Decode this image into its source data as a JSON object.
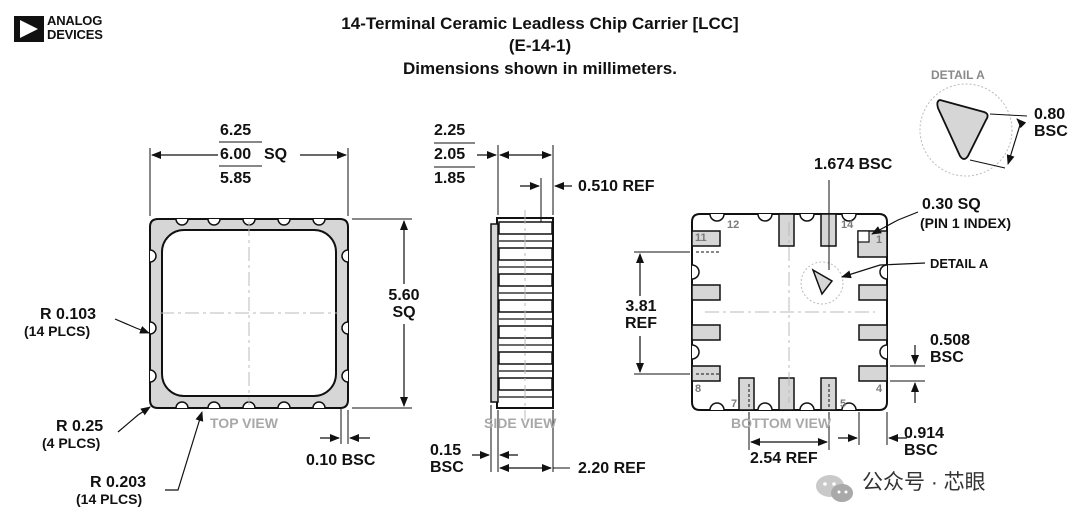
{
  "brand": {
    "logo_line1": "ANALOG",
    "logo_line2": "DEVICES"
  },
  "header": {
    "title": "14-Terminal Ceramic Leadless Chip Carrier [LCC]",
    "code": "(E-14-1)",
    "note": "Dimensions shown in millimeters."
  },
  "views": {
    "top": "TOP VIEW",
    "side": "SIDE VIEW",
    "bottom": "BOTTOM VIEW"
  },
  "top_view_dims": {
    "width_max": "6.25",
    "width_nom": "6.00",
    "width_sq": "SQ",
    "width_min": "5.85",
    "height_value": "5.60",
    "height_sq": "SQ",
    "r1_value": "R 0.103",
    "r1_count": "(14 PLCS)",
    "r2_value": "R 0.25",
    "r2_count": "(4 PLCS)",
    "r3_value": "R 0.203",
    "r3_count": "(14 PLCS)",
    "offset": "0.10 BSC"
  },
  "side_view_dims": {
    "height_max": "2.25",
    "height_nom": "2.05",
    "height_min": "1.85",
    "ref_top": "0.510 REF",
    "bsc_value": "0.15",
    "bsc_label": "BSC",
    "ref_bottom": "2.20 REF"
  },
  "bottom_view_dims": {
    "top_bsc": "1.674 BSC",
    "pin1_size": "0.30 SQ",
    "pin1_note": "(PIN 1 INDEX)",
    "detail_ref": "DETAIL A",
    "ref_value": "3.81",
    "ref_label": "REF",
    "pitch_value": "0.508",
    "pitch_label": "BSC",
    "pad_value": "0.914",
    "pad_label": "BSC",
    "bottom_ref": "2.54 REF",
    "pin_numbers": [
      "12",
      "14",
      "1",
      "11",
      "8",
      "7",
      "5",
      "4"
    ]
  },
  "detail": {
    "title": "DETAIL A",
    "value": "0.80",
    "label": "BSC"
  },
  "watermark": {
    "text": "公众号 · 芯眼"
  }
}
